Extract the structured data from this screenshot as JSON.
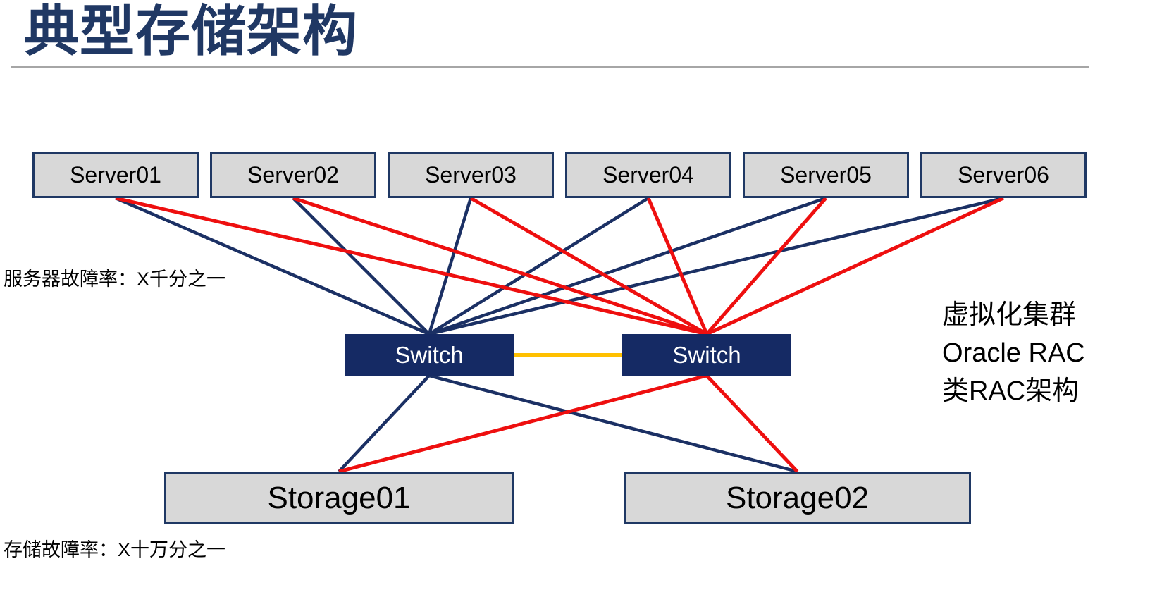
{
  "title": "典型存储架构",
  "labels": {
    "server_failure_rate": "服务器故障率：X千分之一",
    "storage_failure_rate": "存储故障率：X十万分之一",
    "right_note_lines": [
      "虚拟化集群",
      "Oracle RAC",
      "类RAC架构"
    ]
  },
  "nodes": {
    "servers": [
      {
        "id": "server01",
        "label": "Server01"
      },
      {
        "id": "server02",
        "label": "Server02"
      },
      {
        "id": "server03",
        "label": "Server03"
      },
      {
        "id": "server04",
        "label": "Server04"
      },
      {
        "id": "server05",
        "label": "Server05"
      },
      {
        "id": "server06",
        "label": "Server06"
      }
    ],
    "switches": [
      {
        "id": "switch-left",
        "label": "Switch"
      },
      {
        "id": "switch-right",
        "label": "Switch"
      }
    ],
    "storages": [
      {
        "id": "storage01",
        "label": "Storage01"
      },
      {
        "id": "storage02",
        "label": "Storage02"
      }
    ]
  },
  "edges": [
    {
      "from": "server01",
      "to": "switch-left",
      "color": "navy"
    },
    {
      "from": "server02",
      "to": "switch-left",
      "color": "navy"
    },
    {
      "from": "server03",
      "to": "switch-left",
      "color": "navy"
    },
    {
      "from": "server04",
      "to": "switch-left",
      "color": "navy"
    },
    {
      "from": "server05",
      "to": "switch-left",
      "color": "navy"
    },
    {
      "from": "server06",
      "to": "switch-left",
      "color": "navy"
    },
    {
      "from": "server01",
      "to": "switch-right",
      "color": "red"
    },
    {
      "from": "server02",
      "to": "switch-right",
      "color": "red"
    },
    {
      "from": "server03",
      "to": "switch-right",
      "color": "red"
    },
    {
      "from": "server04",
      "to": "switch-right",
      "color": "red"
    },
    {
      "from": "server05",
      "to": "switch-right",
      "color": "red"
    },
    {
      "from": "server06",
      "to": "switch-right",
      "color": "red"
    },
    {
      "from": "switch-left",
      "to": "switch-right",
      "color": "orange"
    },
    {
      "from": "switch-left",
      "to": "storage01",
      "color": "navy"
    },
    {
      "from": "switch-left",
      "to": "storage02",
      "color": "navy"
    },
    {
      "from": "switch-right",
      "to": "storage01",
      "color": "red"
    },
    {
      "from": "switch-right",
      "to": "storage02",
      "color": "red"
    }
  ],
  "colors": {
    "navy": "#1b3064",
    "red": "#ee0f0f",
    "orange": "#ffc000",
    "title": "#203864",
    "box_border": "#1f3864",
    "box_fill": "#d8d8d8",
    "switch_fill": "#152a64",
    "divider": "#a6a6a6"
  }
}
